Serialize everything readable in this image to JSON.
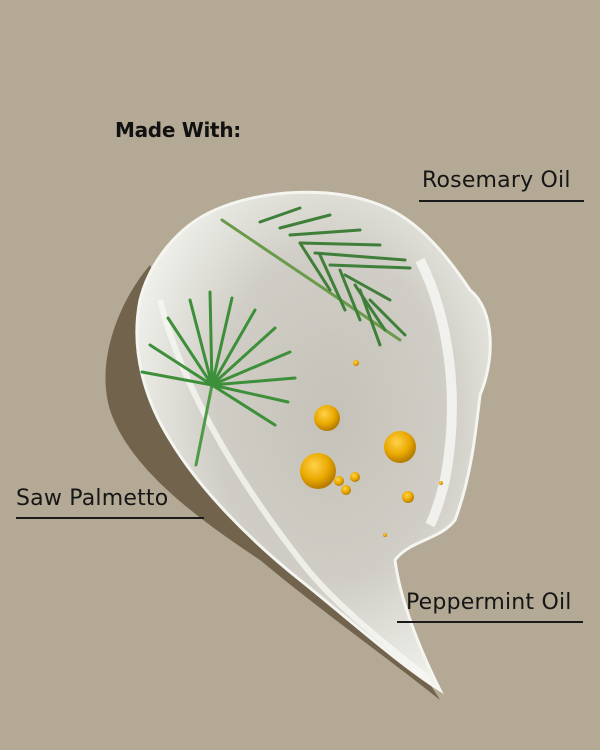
{
  "heading": "Made With:",
  "ingredients": [
    {
      "name": "Rosemary Oil"
    },
    {
      "name": "Saw Palmetto"
    },
    {
      "name": "Peppermint Oil"
    }
  ],
  "colors": {
    "background": "#b3a994",
    "balm": "#e9e9e3",
    "balm_center": "#c8c6bd",
    "leaf_green": "#3f8a3a",
    "oil_gold": "#e8a800",
    "text": "#161616"
  }
}
